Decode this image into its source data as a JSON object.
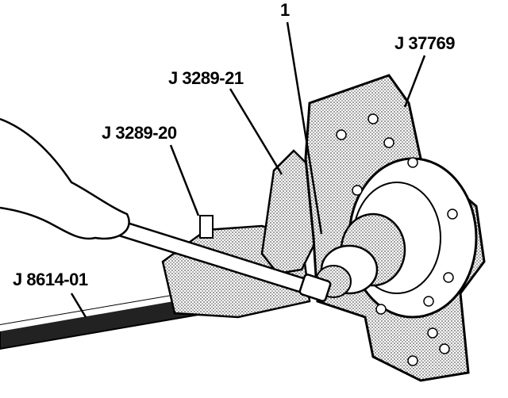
{
  "callouts": {
    "item_1": "1",
    "j37769": "J 37769",
    "j3289_21": "J 3289-21",
    "j3289_20": "J 3289-20",
    "j8614_01": "J 8614-01"
  },
  "colors": {
    "ink": "#000000",
    "stipple": "#9a9a9a",
    "background": "#ffffff"
  }
}
